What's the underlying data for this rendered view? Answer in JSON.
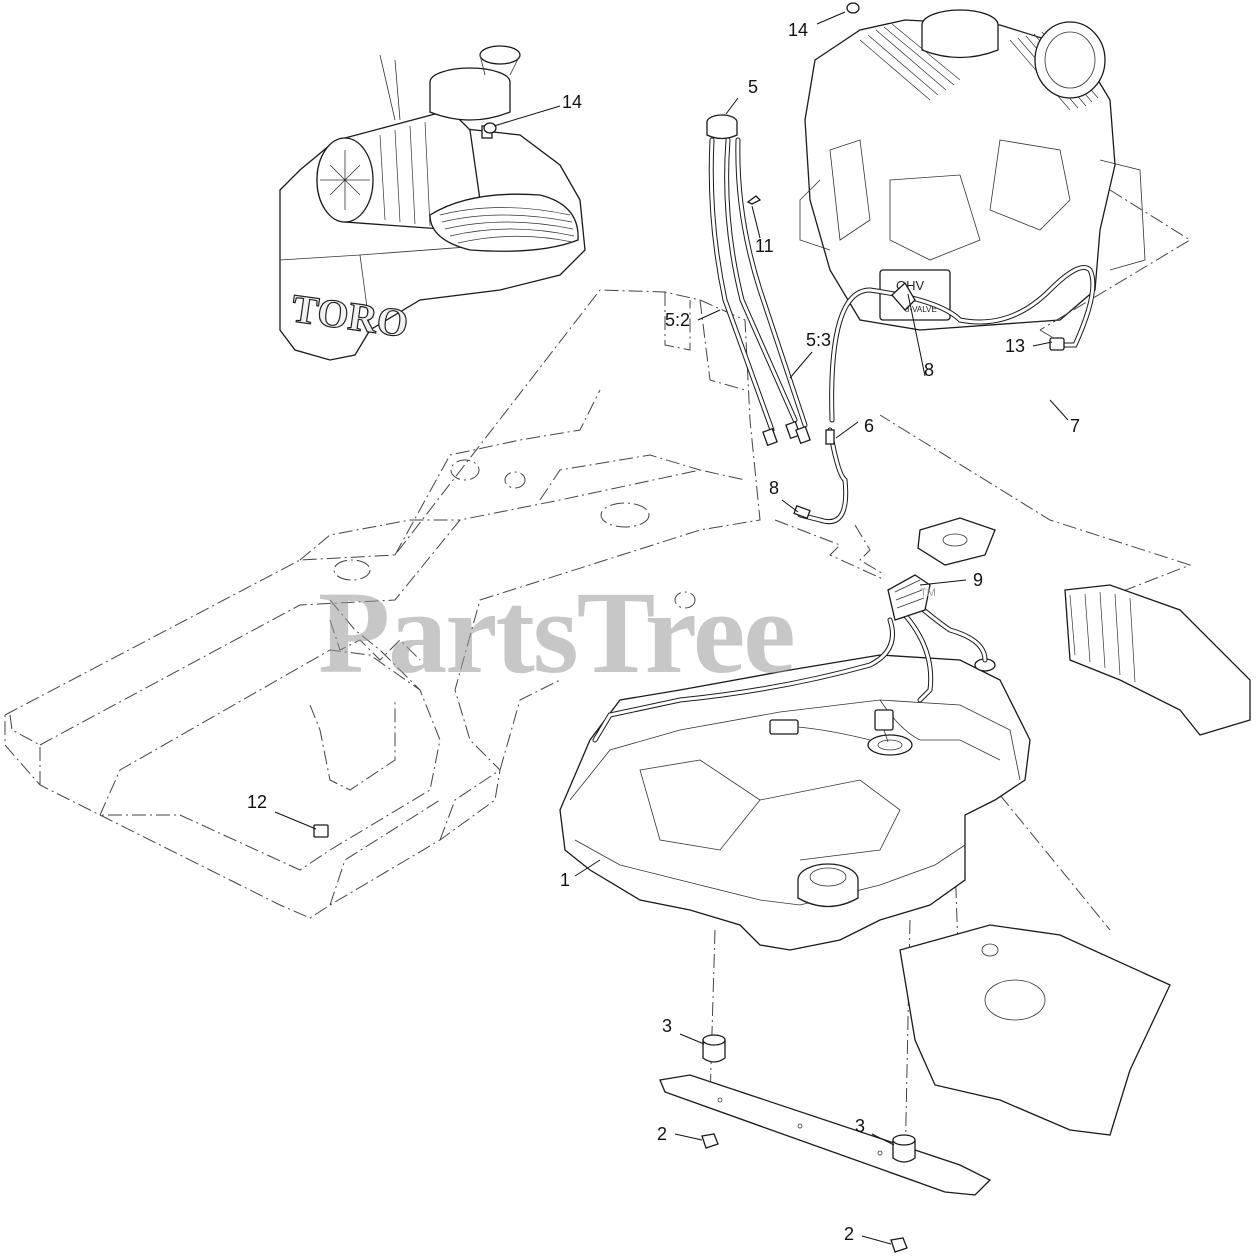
{
  "watermark": {
    "text": "PartsTree",
    "trademark": "TM"
  },
  "decals": {
    "engine_brand": "TORO",
    "engine_badge": "OHV",
    "engine_badge_sub": "8-VALVE"
  },
  "callouts": [
    {
      "id": "14a",
      "label": "14"
    },
    {
      "id": "14b",
      "label": "14"
    },
    {
      "id": "5",
      "label": "5"
    },
    {
      "id": "11",
      "label": "11"
    },
    {
      "id": "5-2",
      "label": "5:2"
    },
    {
      "id": "5-3",
      "label": "5:3"
    },
    {
      "id": "13",
      "label": "13"
    },
    {
      "id": "8a",
      "label": "8"
    },
    {
      "id": "7",
      "label": "7"
    },
    {
      "id": "6",
      "label": "6"
    },
    {
      "id": "8b",
      "label": "8"
    },
    {
      "id": "9",
      "label": "9"
    },
    {
      "id": "12",
      "label": "12"
    },
    {
      "id": "1",
      "label": "1"
    },
    {
      "id": "3a",
      "label": "3"
    },
    {
      "id": "2a",
      "label": "2"
    },
    {
      "id": "3b",
      "label": "3"
    },
    {
      "id": "2b",
      "label": "2"
    }
  ]
}
